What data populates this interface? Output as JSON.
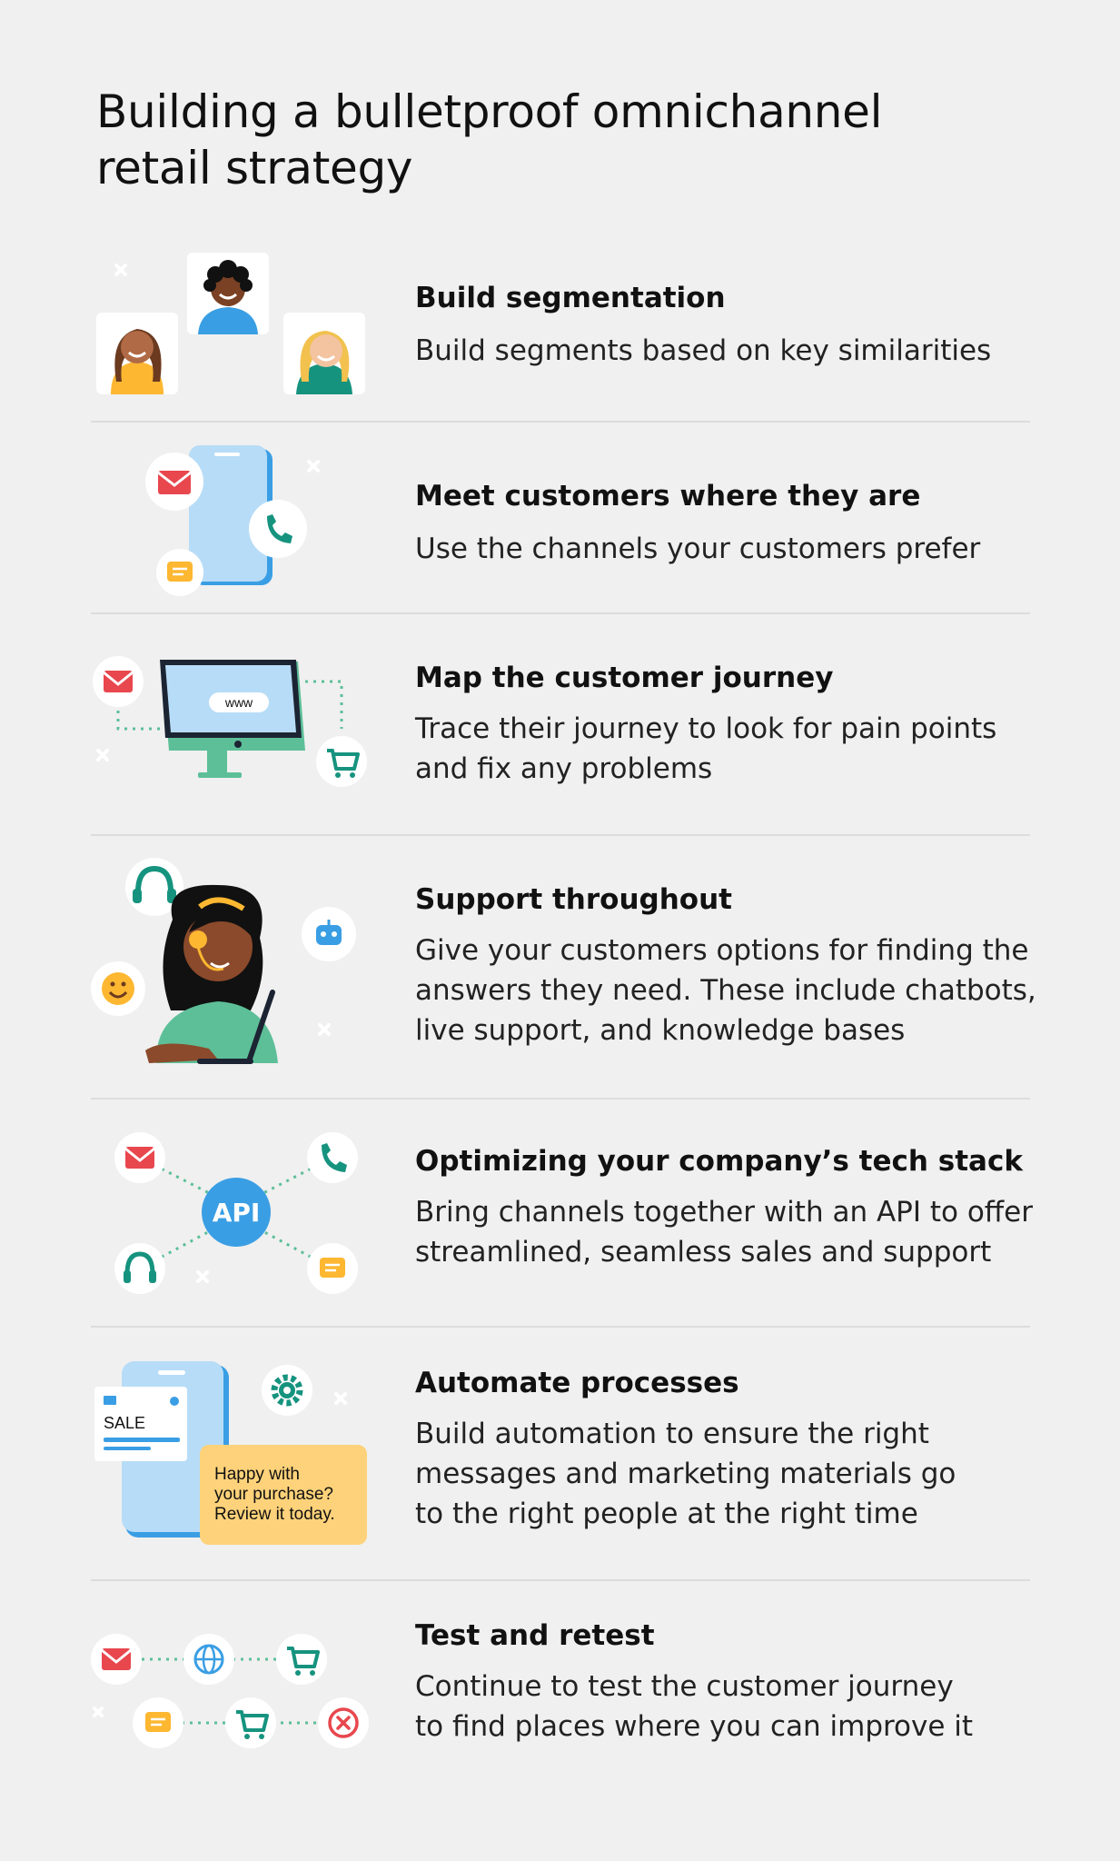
{
  "page": {
    "title": "Building a bulletproof omnichannel\nretail strategy"
  },
  "sections": [
    {
      "heading": "Build segmentation",
      "body": "Build segments based on key similarities"
    },
    {
      "heading": "Meet customers where they are",
      "body": "Use the channels your customers prefer"
    },
    {
      "heading": "Map the customer journey",
      "body": "Trace their journey to look for pain points\nand fix any problems"
    },
    {
      "heading": "Support throughout",
      "body": "Give your customers options for finding the\nanswers they need. These include chatbots,\nlive support, and knowledge bases"
    },
    {
      "heading": "Optimizing your company’s tech stack",
      "body": "Bring channels together with an API to offer\nstreamlined, seamless sales and support"
    },
    {
      "heading": "Automate processes",
      "body": "Build automation to ensure the right\nmessages and marketing materials go\nto the right people at the right time"
    },
    {
      "heading": "Test and retest",
      "body": "Continue to test the customer journey\nto find places where you can improve it"
    }
  ],
  "illustrations": {
    "www_label": "www",
    "api_label": "API",
    "sale_label": "SALE",
    "review_note": "Happy with\nyour purchase?\nReview it today."
  },
  "colors": {
    "background": "#f0f0f0",
    "mail_red": "#e8474e",
    "teal": "#16937f",
    "yellow": "#fdb731",
    "light_blue": "#b7dcf7",
    "blue": "#3a9ee4",
    "green": "#5dbf98",
    "note_yellow": "#fed27a"
  }
}
